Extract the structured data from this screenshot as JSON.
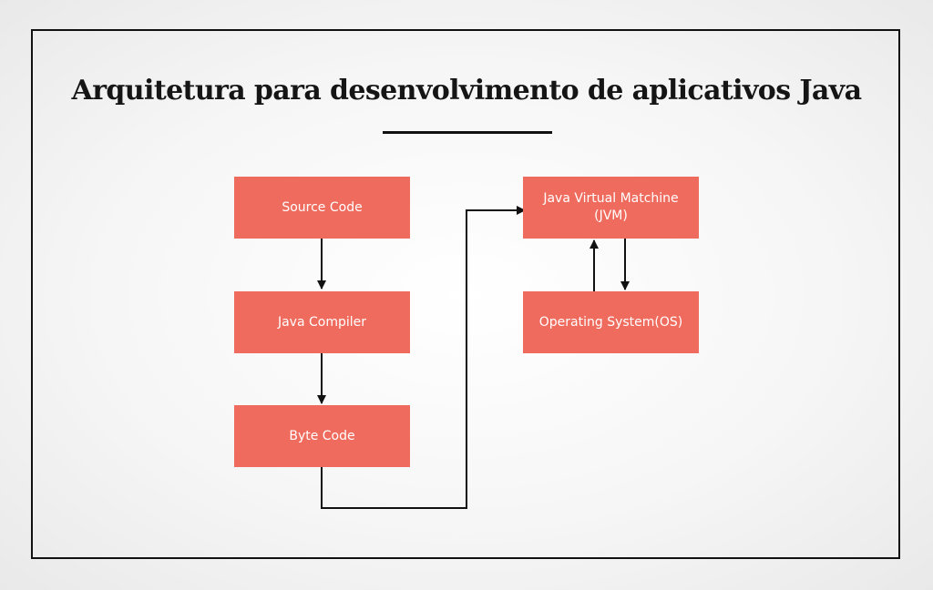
{
  "title": "Arquitetura para desenvolvimento de aplicativos Java",
  "nodes": {
    "source_code": "Source Code",
    "java_compiler": "Java Compiler",
    "byte_code": "Byte Code",
    "jvm": "Java Virtual Matchine (JVM)",
    "os": "Operating System(OS)"
  },
  "colors": {
    "box_fill": "#ef6b5d",
    "box_text": "#ffffff",
    "lines": "#111111",
    "frame": "#111111"
  }
}
